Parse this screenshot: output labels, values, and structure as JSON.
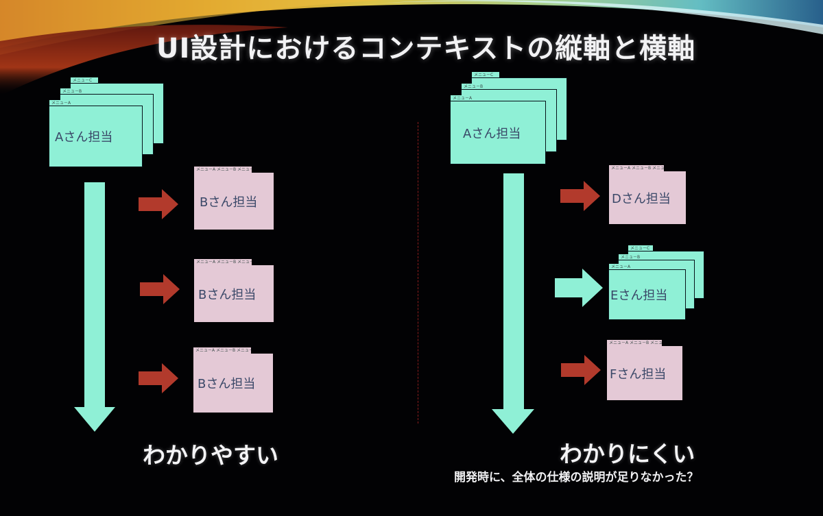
{
  "title": "UI設計におけるコンテキストの縦軸と横軸",
  "left": {
    "main_folder": {
      "label": "Aさん担当",
      "tabs": [
        "メニュ－C",
        "メニュ－B",
        "メニュ－A"
      ]
    },
    "folders": [
      {
        "label": "Bさん担当",
        "tab": "メニュ－A メニュ－B メニュ－C"
      },
      {
        "label": "Bさん担当",
        "tab": "メニュ－A メニュ－B メニュ－C"
      },
      {
        "label": "Bさん担当",
        "tab": "メニュ－A メニュ－B メニュ－C"
      }
    ],
    "caption": "わかりやすい"
  },
  "right": {
    "main_folder": {
      "label": "Aさん担当",
      "tabs": [
        "メニュ－C",
        "メニュ－B",
        "メニュ－A"
      ]
    },
    "folders": [
      {
        "label": "Dさん担当",
        "tab": "メニュ－A メニュ－B メニュ－C"
      },
      {
        "label": "Eさん担当",
        "tabs": [
          "メニュ－C",
          "メニュ－B",
          "メニュ－A"
        ]
      },
      {
        "label": "Fさん担当",
        "tab": "メニュ－A メニュ－B メニュ－C"
      }
    ],
    "caption": "わかりにくい",
    "subcaption": "開発時に、全体の仕様の説明が足りなかった？"
  },
  "colors": {
    "background": "#020204",
    "mint": "#8ff0d6",
    "pink": "#e4c9d6",
    "arrow_red": "#b23a2c",
    "folder_text": "#3a4868"
  },
  "icons": [
    "swoosh-decoration",
    "down-arrow-icon",
    "right-arrow-icon"
  ]
}
